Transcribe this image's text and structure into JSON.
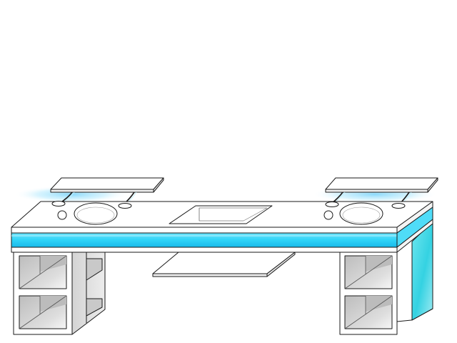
{
  "diagram": {
    "kind": "double-vanity-countertop-illustration",
    "components": [
      "left-wall-shelf",
      "right-wall-shelf",
      "countertop",
      "left-basin",
      "right-basin",
      "center-trough",
      "lower-glass-shelf",
      "left-cabinet",
      "right-cabinet",
      "side-glass-panel"
    ],
    "colors": {
      "stroke": "#1a1a1a",
      "surface": "#ffffff",
      "led_blue": "#2fd3f7",
      "led_blue_light": "#8fe9fb",
      "glow": "#8fdcfb",
      "panel_teal": "#3dd9e6",
      "cubby_shadow": "#c9c9c9"
    }
  }
}
